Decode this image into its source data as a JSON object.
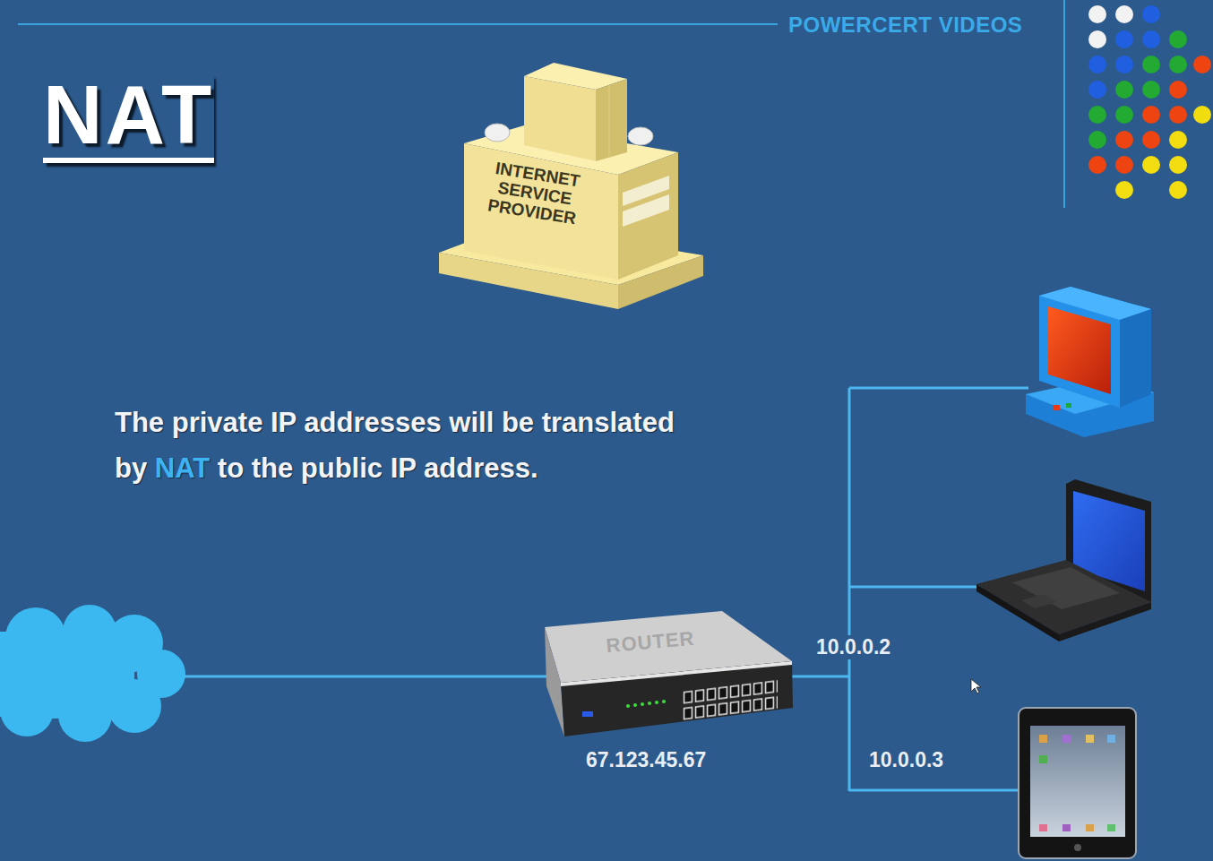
{
  "diagram": {
    "title": "NAT",
    "nodes": [
      {
        "text": [
          "INTERNET SERVICE PROVIDER"
        ]
      },
      {
        "text": [
          "ROUTER"
        ]
      }
    ],
    "labels": [
      "POWERCERT VIDEOS",
      "The private IP addresses will be translated by NAT to the public IP address.",
      "10.0.0.2",
      "10.0.0.3",
      "67.123.45.67"
    ]
  }
}
